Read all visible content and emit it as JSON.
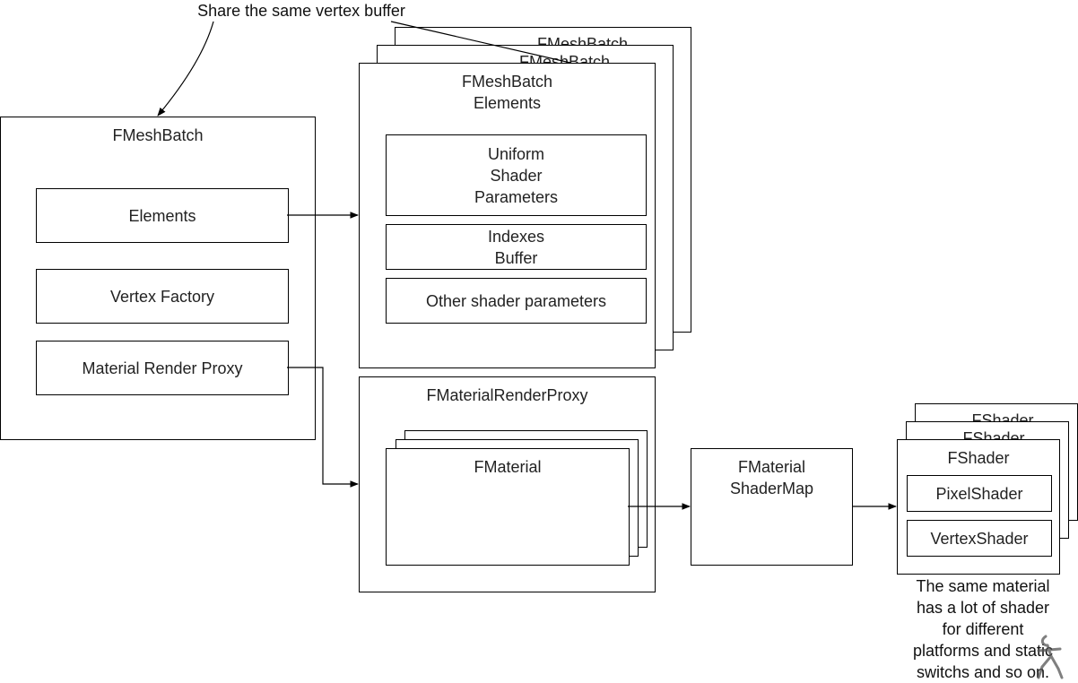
{
  "annotations": {
    "share_vertex_buffer": "Share the same vertex buffer",
    "material_note": "The same material\nhas a lot of shader\nfor different\nplatforms and static\nswitchs and so on."
  },
  "mesh_batch": {
    "title": "FMeshBatch",
    "elements_label": "Elements",
    "vertex_factory_label": "Vertex Factory",
    "material_render_proxy_label": "Material Render Proxy"
  },
  "mesh_batch_elements": {
    "back_title_1": "FMeshBatch",
    "back_title_2": "FMeshBatch",
    "title": "FMeshBatch\nElements",
    "uniform_shader_parameters": "Uniform\nShader\nParameters",
    "indexes_buffer": "Indexes\nBuffer",
    "other_shader_parameters": "Other shader parameters"
  },
  "material_render_proxy": {
    "title": "FMaterialRenderProxy",
    "material_label": "FMaterial"
  },
  "material_shader_map": {
    "title": "FMaterial\nShaderMap"
  },
  "shaders": {
    "back_title_1": "FShader",
    "back_title_2": "FShader",
    "title": "FShader",
    "pixel_shader": "PixelShader",
    "vertex_shader": "VertexShader"
  },
  "colors": {
    "stroke": "#000000",
    "text": "#222222",
    "background": "#ffffff"
  }
}
